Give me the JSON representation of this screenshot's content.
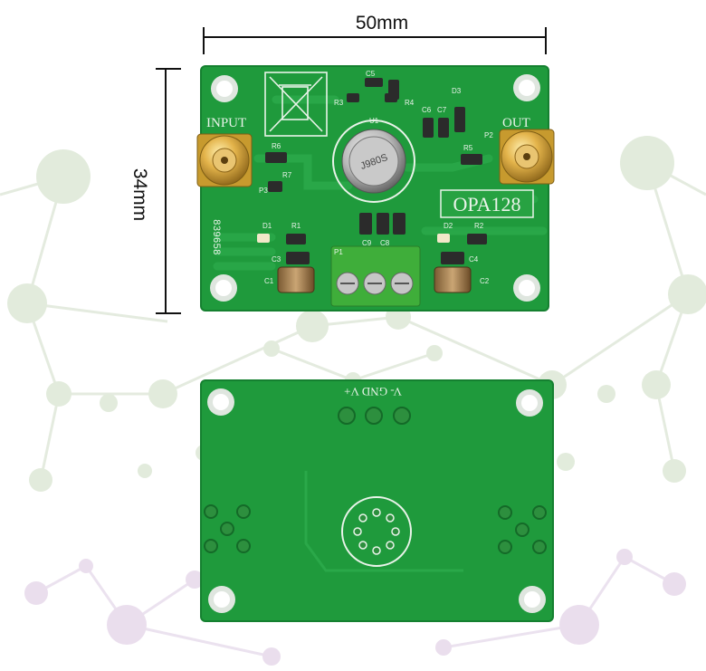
{
  "dimensions": {
    "width_label": "50mm",
    "height_label": "34mm"
  },
  "board_front": {
    "input_label": "INPUT",
    "output_label": "OUT",
    "product_label": "OPA128",
    "serial_label": "839658",
    "designators": [
      "R3",
      "R4",
      "C5",
      "C6",
      "C7",
      "D3",
      "U1",
      "R6",
      "R5",
      "P2",
      "P3",
      "R7",
      "D1",
      "R1",
      "D2",
      "R2",
      "C3",
      "C1",
      "C9",
      "C8",
      "C4",
      "C2",
      "P1"
    ]
  },
  "board_back": {
    "power_label": "V- GND V+"
  },
  "colors": {
    "pcb": "#1f9a3c",
    "pcb_dark": "#178532",
    "terminal": "#3fae3a",
    "gold": "#d4a63a"
  }
}
